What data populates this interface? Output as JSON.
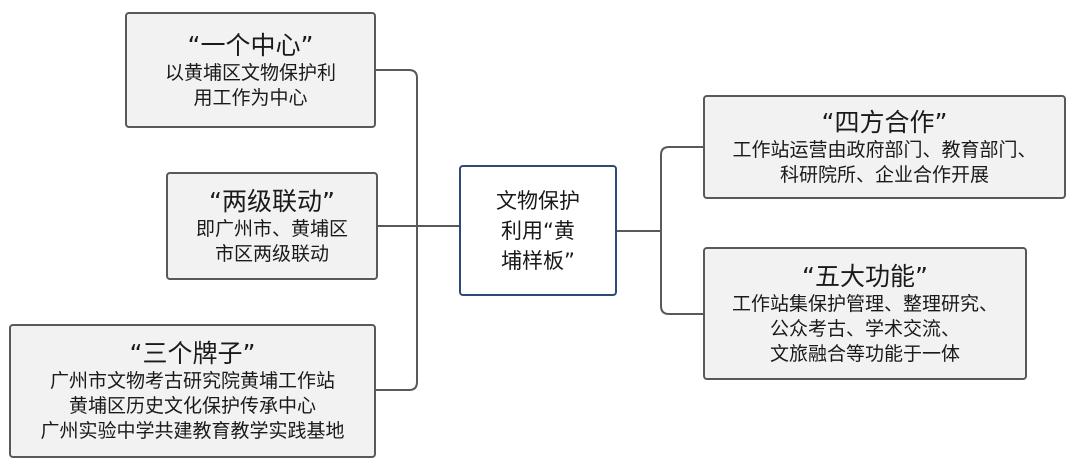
{
  "center": {
    "lines": [
      "文物保护",
      "利用“黄",
      "埔样板”"
    ]
  },
  "nodes": {
    "one_center": {
      "title": "“一个中心”",
      "lines": [
        "以黄埔区文物保护利",
        "用工作为中心"
      ]
    },
    "two_level": {
      "title": "“两级联动”",
      "lines": [
        "即广州市、黄埔区",
        "市区两级联动"
      ]
    },
    "three_signs": {
      "title": "“三个牌子”",
      "lines": [
        "广州市文物考古研究院黄埔工作站",
        "黄埔区历史文化保护传承中心",
        "广州实验中学共建教育教学实践基地"
      ]
    },
    "four_party": {
      "title": "“四方合作”",
      "lines": [
        "工作站运营由政府部门、教育部门、",
        "科研院所、企业合作开展"
      ]
    },
    "five_functions": {
      "title": "“五大功能”",
      "lines": [
        "工作站集保护管理、整理研究、",
        "公众考古、学术交流、",
        "文旅融合等功能于一体"
      ]
    }
  },
  "colors": {
    "node_fill": "#f2f2f2",
    "node_border": "#595959",
    "center_border": "#2f4a7a",
    "connector": "#595959"
  }
}
